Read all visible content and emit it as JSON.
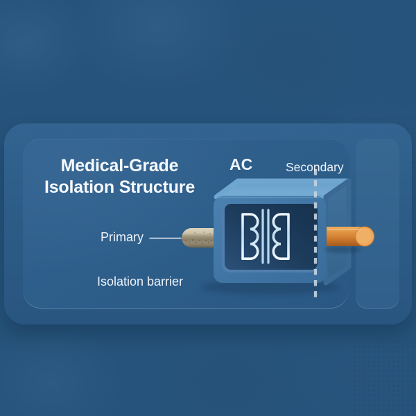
{
  "diagram": {
    "title": {
      "line1": "Medical-Grade",
      "line2": "Isolation Structure"
    },
    "labels": {
      "ac": "AC",
      "secondary": "Secondary",
      "primary": "Primary",
      "isolation_barrier": "Isolation barrier"
    },
    "components": {
      "transformer": "transformer-coil-symbol",
      "primary_lead": "metal-pin-cylinder",
      "secondary_lead": "orange-pin-cylinder",
      "barrier": "vertical-dashed-isolation-line"
    },
    "colors": {
      "background": "#26537b",
      "card": "#2d5d89",
      "box_front": "#4177a6",
      "box_top": "#6fa6cf",
      "box_side": "#3a6a94",
      "window_interior": "#1b3856",
      "coil_stroke": "#dff0fa",
      "primary_lead_metal": "#c9bfa5",
      "secondary_lead_orange": "#d68434",
      "barrier_dash": "#c3d2e0",
      "text": "#f5f9fc"
    }
  }
}
